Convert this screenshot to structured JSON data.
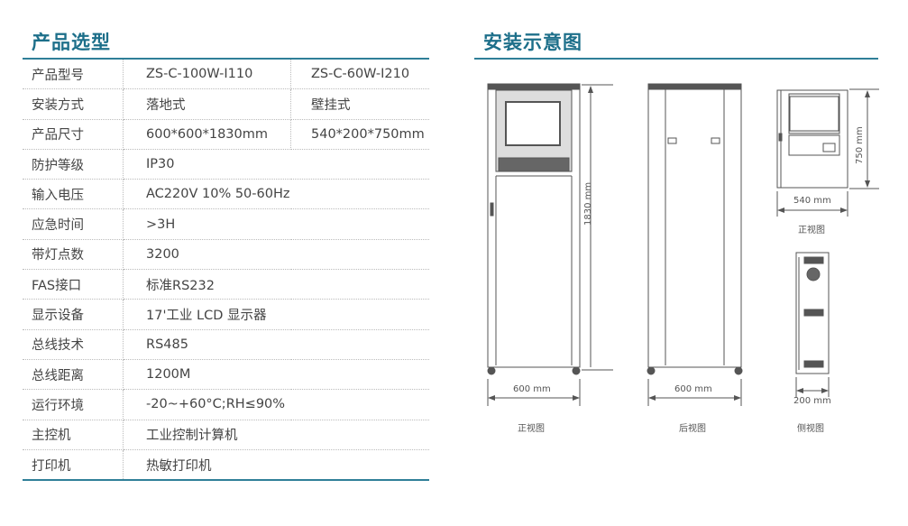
{
  "left_title": "产品选型",
  "right_title": "安装示意图",
  "table": [
    [
      "产品型号",
      "ZS-C-100W-I110",
      "ZS-C-60W-I210"
    ],
    [
      "安装方式",
      "落地式",
      "壁挂式"
    ],
    [
      "产品尺寸",
      "600*600*1830mm",
      "540*200*750mm"
    ],
    [
      "防护等级",
      "IP30"
    ],
    [
      "输入电压",
      "AC220V 10% 50-60Hz"
    ],
    [
      "应急时间",
      ">3H"
    ],
    [
      "带灯点数",
      "3200"
    ],
    [
      "FAS接口",
      "标准RS232"
    ],
    [
      "显示设备",
      "17'工业 LCD 显示器"
    ],
    [
      "总线技术",
      "RS485"
    ],
    [
      "总线距离",
      "1200M"
    ],
    [
      "运行环境",
      "-20~+60°C;RH≤90%"
    ],
    [
      "主控机",
      "工业控制计算机"
    ],
    [
      "打印机",
      "热敏打印机"
    ]
  ],
  "diagram": {
    "front_width": "600 mm",
    "front_height": "1830 mm",
    "front_caption": "正视图",
    "back_width": "600 mm",
    "back_caption": "后视图",
    "wall_width": "540 mm",
    "wall_height": "750 mm",
    "wall_caption": "正视图",
    "side_width": "200 mm",
    "side_caption": "侧视图"
  }
}
